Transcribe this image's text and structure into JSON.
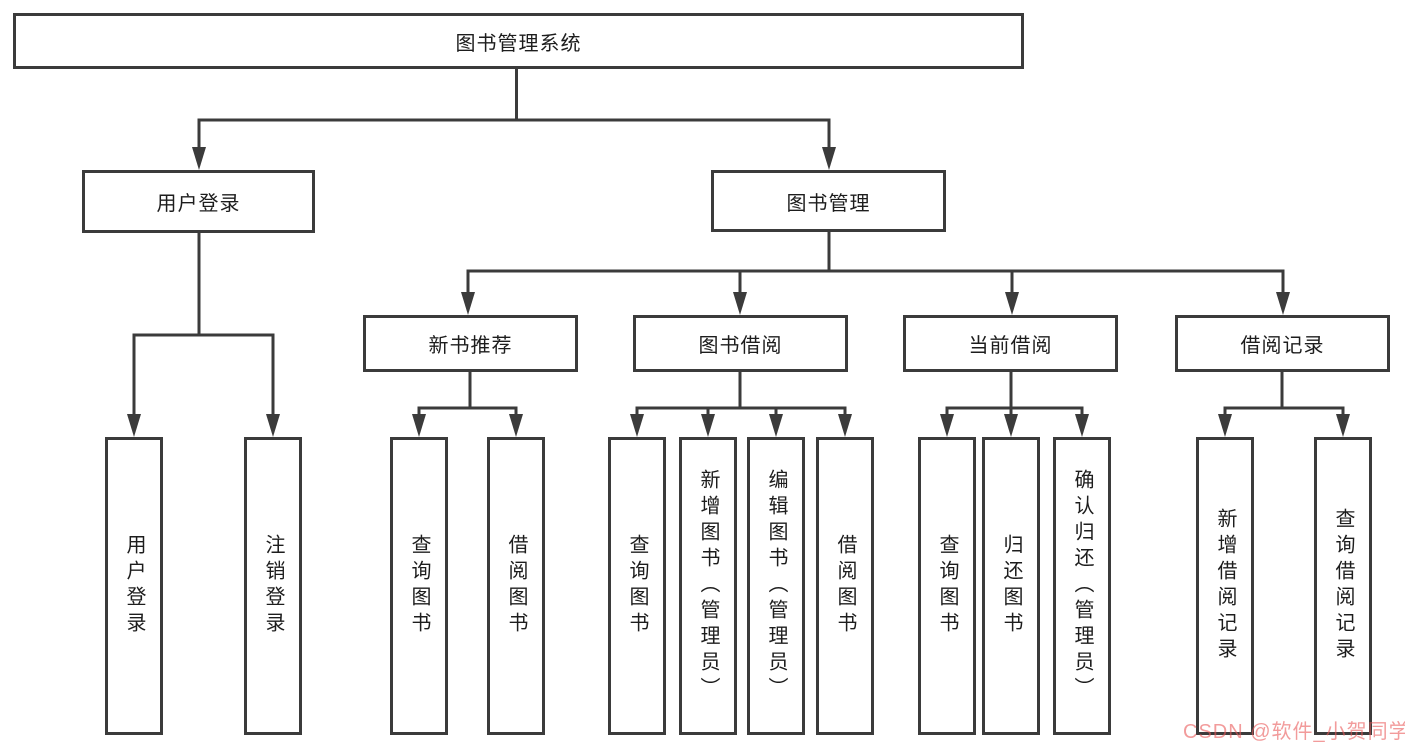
{
  "tree": {
    "label": "图书管理系统",
    "children": [
      {
        "label": "用户登录",
        "children": [
          {
            "label": "用户登录"
          },
          {
            "label": "注销登录"
          }
        ]
      },
      {
        "label": "图书管理",
        "children": [
          {
            "label": "新书推荐",
            "children": [
              {
                "label": "查询图书"
              },
              {
                "label": "借阅图书"
              }
            ]
          },
          {
            "label": "图书借阅",
            "children": [
              {
                "label": "查询图书"
              },
              {
                "label": "新增图书（管理员）"
              },
              {
                "label": "编辑图书（管理员）"
              },
              {
                "label": "借阅图书"
              }
            ]
          },
          {
            "label": "当前借阅",
            "children": [
              {
                "label": "查询图书"
              },
              {
                "label": "归还图书"
              },
              {
                "label": "确认归还（管理员）"
              }
            ]
          },
          {
            "label": "借阅记录",
            "children": [
              {
                "label": "新增借阅记录"
              },
              {
                "label": "查询借阅记录"
              }
            ]
          }
        ]
      }
    ]
  },
  "watermark": {
    "text": "CSDN @软件_小贺同学"
  },
  "colors": {
    "line": "#3b3b3b",
    "text": "#1d1d1d",
    "watermark": "#e95858",
    "background": "#ffffff"
  }
}
